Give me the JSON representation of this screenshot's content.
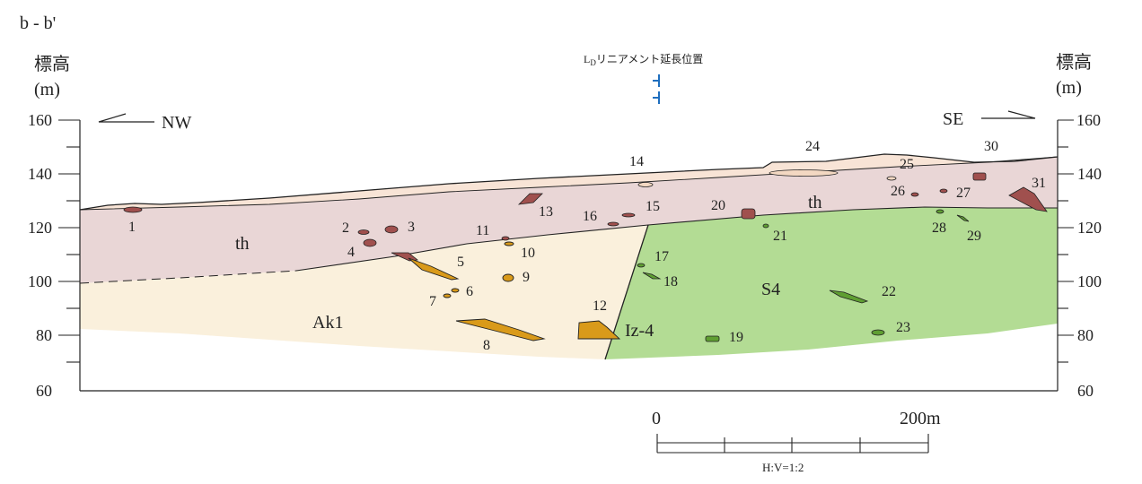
{
  "section_title": "b - b'",
  "left_axis": {
    "label_line1": "標高",
    "label_line2": "(m)"
  },
  "right_axis": {
    "label_line1": "標高",
    "label_line2": "(m)"
  },
  "elevation_ticks": [
    "160",
    "140",
    "120",
    "100",
    "80",
    "60"
  ],
  "direction_left": "NW",
  "direction_right": "SE",
  "lineament": {
    "label_main": "L",
    "label_sub": "D",
    "label_rest": "リニアメント延長位置"
  },
  "units": {
    "th": "th",
    "ak1": "Ak1",
    "s4": "S4",
    "iz4": "Iz-4"
  },
  "samples": [
    "1",
    "2",
    "3",
    "4",
    "5",
    "6",
    "7",
    "8",
    "9",
    "10",
    "11",
    "12",
    "13",
    "14",
    "15",
    "16",
    "17",
    "18",
    "19",
    "20",
    "21",
    "22",
    "23",
    "24",
    "25",
    "26",
    "27",
    "28",
    "29",
    "30",
    "31"
  ],
  "scale_bar": {
    "start": "0",
    "end": "200m",
    "ratio": "H:V=1:2"
  },
  "colors": {
    "th": "#e9d6d6",
    "topsoil": "#f8e4d6",
    "ak1": "#faf0dc",
    "s4": "#b3dc94",
    "brown_lens": "#a0504e",
    "orange_lens": "#d99a1a",
    "green_lens": "#5f9e32",
    "lineament_marker": "#1f6fbf"
  }
}
